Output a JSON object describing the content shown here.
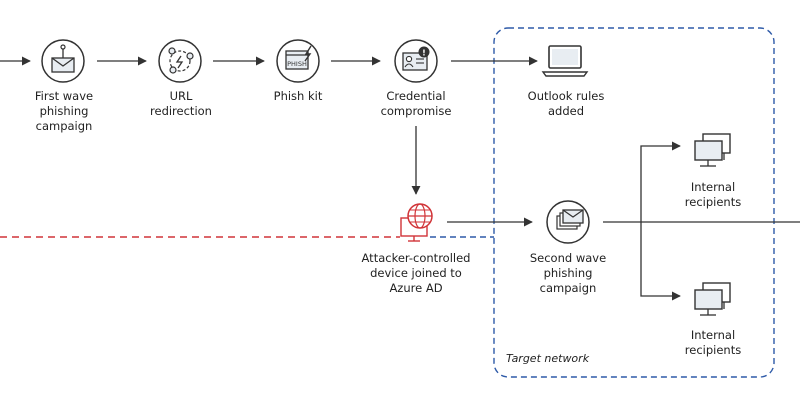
{
  "diagram": {
    "colors": {
      "line": "#333333",
      "icon_stroke": "#333333",
      "icon_fill": "#e8edf2",
      "accent": "#d13438",
      "boundary": "#2e5aa8"
    },
    "nodes": {
      "first_wave": {
        "label": "First wave\nphishing\ncampaign",
        "icon": "envelope-antenna-icon"
      },
      "url_redirect": {
        "label": "URL\nredirection",
        "icon": "redirect-icon"
      },
      "phish_kit": {
        "label": "Phish kit",
        "icon": "phish-kit-icon"
      },
      "credential": {
        "label": "Credential\ncompromise",
        "icon": "credential-card-icon"
      },
      "outlook_rules": {
        "label": "Outlook rules\nadded",
        "icon": "laptop-icon"
      },
      "attacker_device": {
        "label": "Attacker-controlled\ndevice joined to\nAzure AD",
        "icon": "globe-device-icon"
      },
      "second_wave": {
        "label": "Second wave\nphishing\ncampaign",
        "icon": "envelopes-icon"
      },
      "internal_top": {
        "label": "Internal\nrecipients",
        "icon": "computers-icon"
      },
      "internal_bottom": {
        "label": "Internal\nrecipients",
        "icon": "computers-icon"
      }
    },
    "target_network_label": "Target network"
  }
}
